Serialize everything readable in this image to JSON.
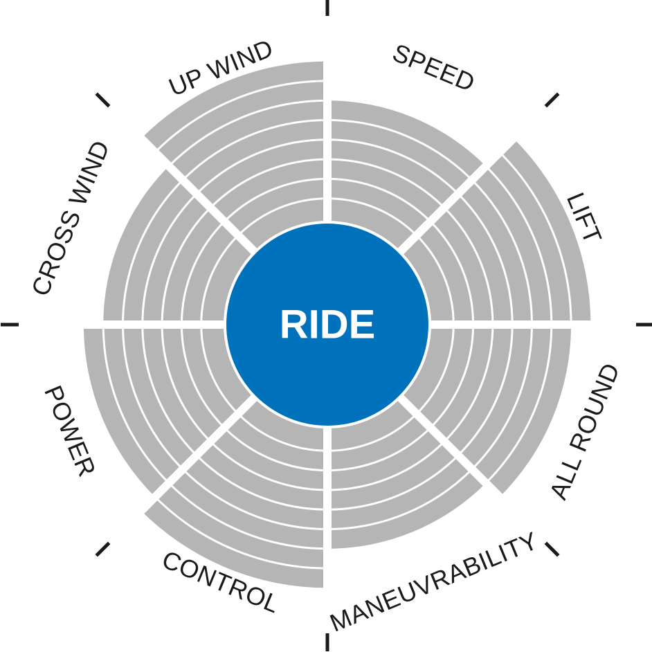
{
  "chart_data": {
    "type": "radial-rating",
    "center_label": "RIDE",
    "max_level": 8,
    "axes": [
      {
        "label": "SPEED",
        "value": 6
      },
      {
        "label": "LIFT",
        "value": 8
      },
      {
        "label": "ALL ROUND",
        "value": 7
      },
      {
        "label": "MANEUVRABILITY",
        "value": 6
      },
      {
        "label": "CONTROL",
        "value": 8
      },
      {
        "label": "POWER",
        "value": 7
      },
      {
        "label": "CROSS WIND",
        "value": 6
      },
      {
        "label": "UP WIND",
        "value": 8
      }
    ],
    "colors": {
      "center": "#0072bc",
      "segments": "#b5b5b5",
      "ticks": "#1a1a1a",
      "text": "#1a1a1a"
    }
  }
}
